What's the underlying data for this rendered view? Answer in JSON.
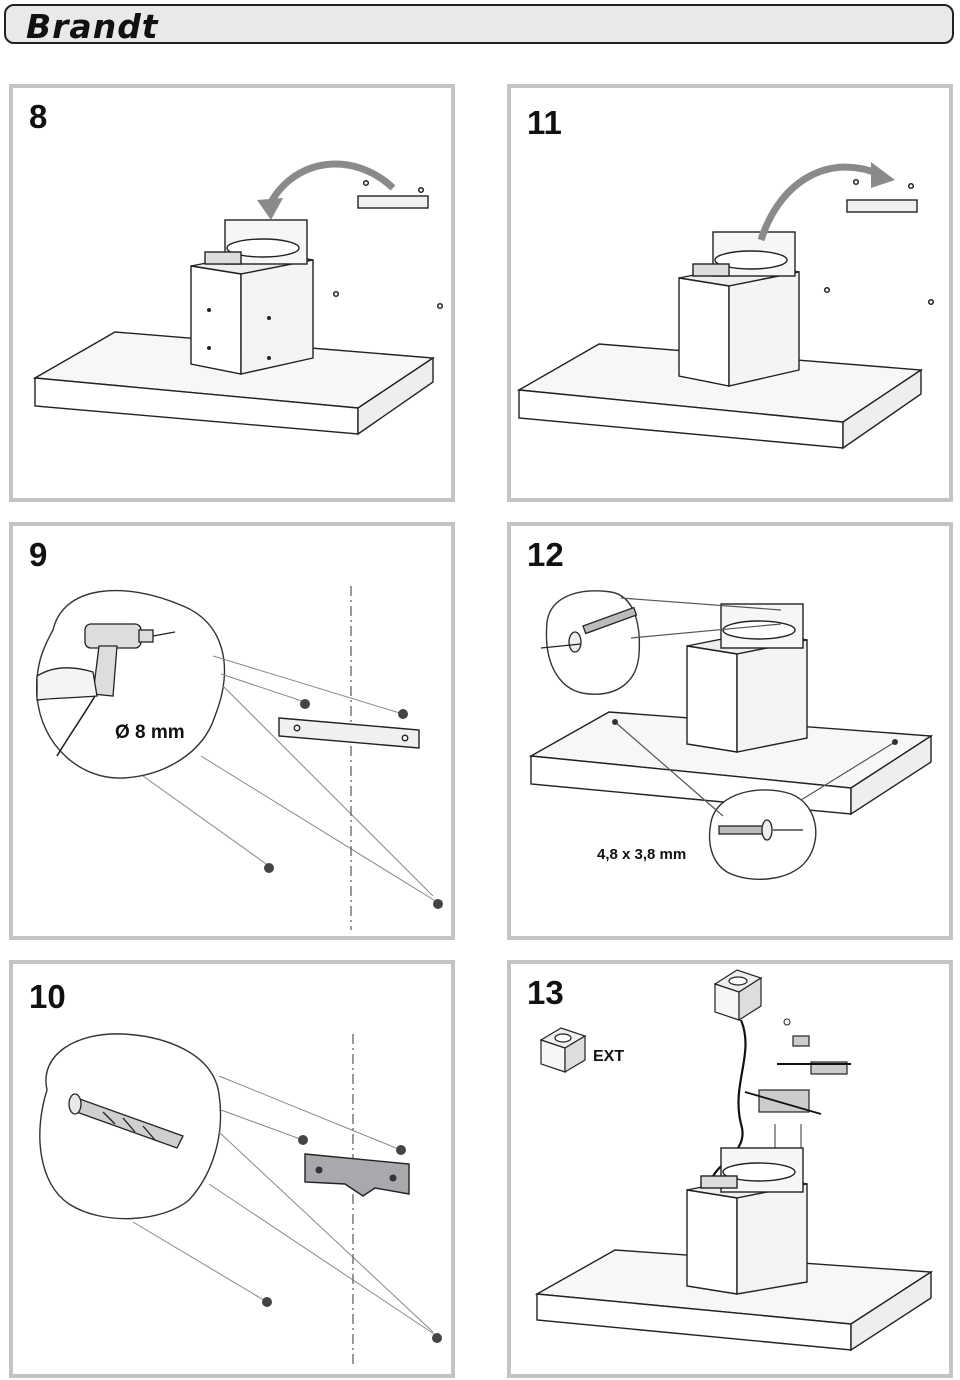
{
  "header": {
    "brand": "Brandt"
  },
  "steps": [
    {
      "number": "8"
    },
    {
      "number": "11"
    },
    {
      "number": "9",
      "drill_label": "Ø 8 mm"
    },
    {
      "number": "12",
      "screw_label": "4,8 x 3,8 mm"
    },
    {
      "number": "10"
    },
    {
      "number": "13",
      "ext_label": "EXT"
    }
  ]
}
